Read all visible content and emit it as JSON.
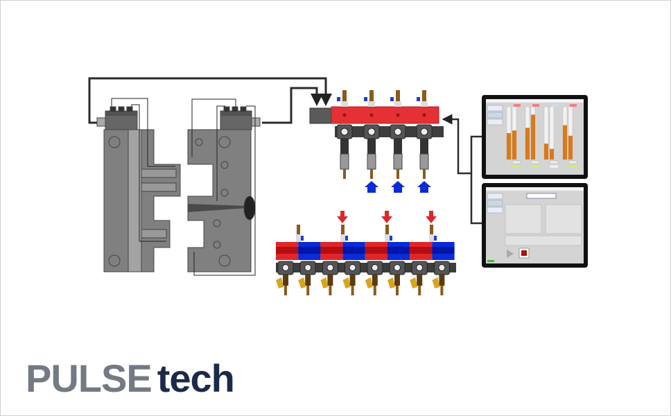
{
  "logo": {
    "part1": "PULSE",
    "part2": "tech"
  },
  "colors": {
    "hot": "#e0262a",
    "cold": "#0a2bd6",
    "mold": "#7f7f7f",
    "logo_gray": "#737a85",
    "logo_navy": "#1b2a4a"
  },
  "tablets": [
    {
      "name": "monitoring-screen",
      "bars": [
        0.5,
        0.55,
        0.6,
        0.85,
        0.3,
        0.2,
        0.65,
        0.45
      ]
    },
    {
      "name": "settings-screen"
    }
  ]
}
